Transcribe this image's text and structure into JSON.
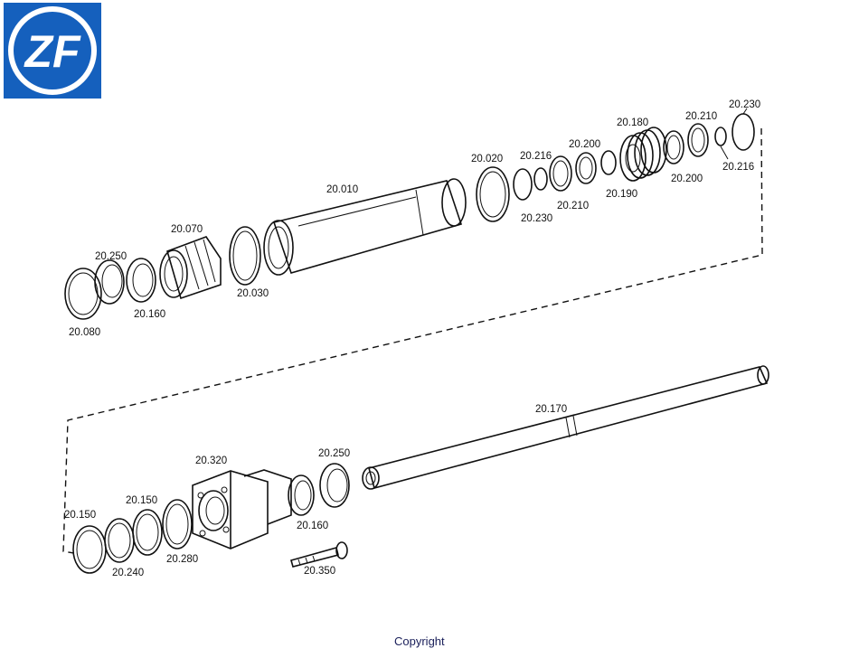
{
  "brand": {
    "logo_text": "ZF",
    "logo_bg": "#1560bd",
    "logo_fg": "#ffffff"
  },
  "footer": {
    "copyright": "Copyright",
    "copyright_color": "#1a1f5a"
  },
  "labels": {
    "p20010": "20.010",
    "p20020": "20.020",
    "p20216a": "20.216",
    "p20200a": "20.200",
    "p20180": "20.180",
    "p20210a": "20.210",
    "p20230a": "20.230",
    "p20230b": "20.230",
    "p20210b": "20.210",
    "p20190": "20.190",
    "p20200b": "20.200",
    "p20216b": "20.216",
    "p20070": "20.070",
    "p20250a": "20.250",
    "p20160a": "20.160",
    "p20030": "20.030",
    "p20080": "20.080",
    "p20170": "20.170",
    "p20320": "20.320",
    "p20250b": "20.250",
    "p20160b": "20.160",
    "p20150a": "20.150",
    "p20150b": "20.150",
    "p20240": "20.240",
    "p20280": "20.280",
    "p20350": "20.350"
  }
}
